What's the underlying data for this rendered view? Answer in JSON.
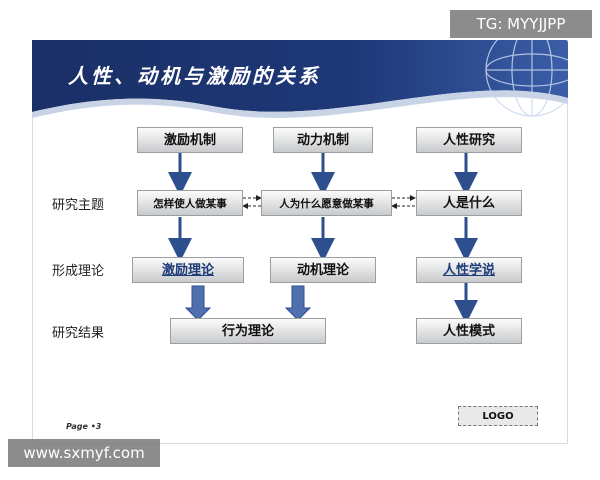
{
  "header": {
    "title": "人性、动机与激励的关系"
  },
  "watermark": {
    "tag": "TG: MYYJJPP",
    "site": "www.sxmyf.com"
  },
  "rows": {
    "topic": "研究主题",
    "theory": "形成理论",
    "result": "研究结果"
  },
  "columns": {
    "left": {
      "head": "激励机制",
      "topic": "怎样使人做某事",
      "theory": "激励理论"
    },
    "middle": {
      "head": "动力机制",
      "topic": "人为什么愿意做某事",
      "theory": "动机理论"
    },
    "right": {
      "head": "人性研究",
      "topic": "人是什么",
      "theory": "人性学说",
      "result": "人性模式"
    }
  },
  "shared_result": "行为理论",
  "footer": {
    "page": "Page  •3",
    "logo": "LOGO"
  },
  "colors": {
    "banner": "#1e3877",
    "arrow": "#2d4f8e",
    "box_top": "#fbfbfb",
    "box_bottom": "#c9cacc"
  }
}
